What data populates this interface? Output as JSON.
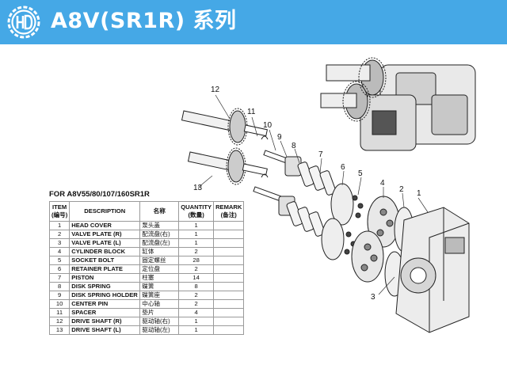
{
  "header": {
    "logo_letters": "HD",
    "title": "A8V(SR1R) 系列",
    "bar_color": "#45a8e6"
  },
  "parts_list": {
    "title": "FOR A8V55/80/107/160SR1R",
    "columns": {
      "item_line1": "ITEM",
      "item_line2": "(编号)",
      "description": "DESCRIPTION",
      "name_cn": "名称",
      "quantity_line1": "QUANTITY",
      "quantity_line2": "(数量)",
      "remark_line1": "REMARK",
      "remark_line2": "(备注)"
    },
    "rows": [
      {
        "item": "1",
        "description": "HEAD COVER",
        "name_cn": "泵头盖",
        "qty": "1",
        "remark": ""
      },
      {
        "item": "2",
        "description": "VALVE PLATE (R)",
        "name_cn": "配流盘(右)",
        "qty": "1",
        "remark": ""
      },
      {
        "item": "3",
        "description": "VALVE PLATE (L)",
        "name_cn": "配流盘(左)",
        "qty": "1",
        "remark": ""
      },
      {
        "item": "4",
        "description": "CYLINDER BLOCK",
        "name_cn": "缸体",
        "qty": "2",
        "remark": ""
      },
      {
        "item": "5",
        "description": "SOCKET BOLT",
        "name_cn": "固定螺丝",
        "qty": "28",
        "remark": ""
      },
      {
        "item": "6",
        "description": "RETAINER PLATE",
        "name_cn": "定位盘",
        "qty": "2",
        "remark": ""
      },
      {
        "item": "7",
        "description": "PISTON",
        "name_cn": "柱塞",
        "qty": "14",
        "remark": ""
      },
      {
        "item": "8",
        "description": "DISK SPRING",
        "name_cn": "碟簧",
        "qty": "8",
        "remark": ""
      },
      {
        "item": "9",
        "description": "DISK SPRING HOLDER",
        "name_cn": "碟簧座",
        "qty": "2",
        "remark": ""
      },
      {
        "item": "10",
        "description": "CENTER PIN",
        "name_cn": "中心轴",
        "qty": "2",
        "remark": ""
      },
      {
        "item": "11",
        "description": "SPACER",
        "name_cn": "垫片",
        "qty": "4",
        "remark": ""
      },
      {
        "item": "12",
        "description": "DRIVE SHAFT (R)",
        "name_cn": "驱动轴(右)",
        "qty": "1",
        "remark": ""
      },
      {
        "item": "13",
        "description": "DRIVE SHAFT (L)",
        "name_cn": "驱动轴(左)",
        "qty": "1",
        "remark": ""
      }
    ]
  },
  "callouts": {
    "n1": "1",
    "n2": "2",
    "n3": "3",
    "n4": "4",
    "n5": "5",
    "n6": "6",
    "n7": "7",
    "n8": "8",
    "n9": "9",
    "n10": "10",
    "n11": "11",
    "n12": "12",
    "n13": "13"
  }
}
